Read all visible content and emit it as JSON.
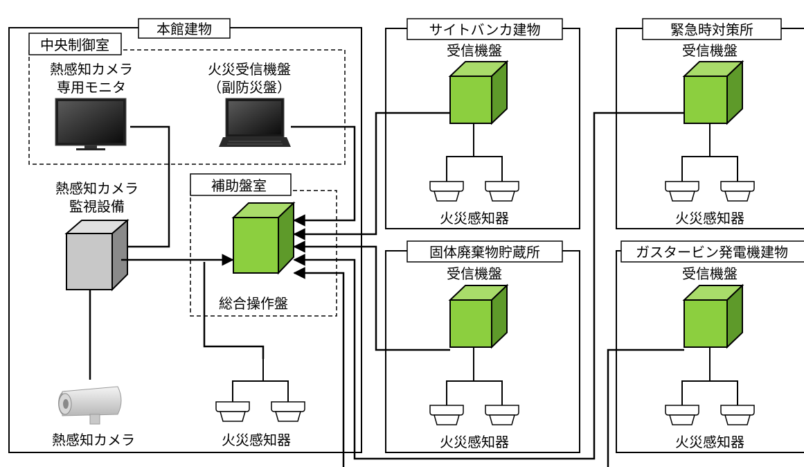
{
  "buildings": {
    "main": {
      "title": "本館建物"
    },
    "site_bunker": {
      "title": "サイトバンカ建物",
      "receiver_label": "受信機盤",
      "detector_label": "火災感知器"
    },
    "solid_waste": {
      "title": "固体廃棄物貯蔵所",
      "receiver_label": "受信機盤",
      "detector_label": "火災感知器"
    },
    "emergency": {
      "title": "緊急時対策所",
      "receiver_label": "受信機盤",
      "detector_label": "火災感知器"
    },
    "gas_turbine": {
      "title": "ガスタービン発電機建物",
      "receiver_label": "受信機盤",
      "detector_label": "火災感知器"
    }
  },
  "central_control_room": {
    "title": "中央制御室",
    "monitor_label_1": "熱感知カメラ",
    "monitor_label_2": "専用モニタ",
    "laptop_label_1": "火災受信機盤",
    "laptop_label_2": "（副防災盤）"
  },
  "auxiliary_room": {
    "title": "補助盤室",
    "panel_label": "総合操作盤",
    "detector_label": "火災感知器"
  },
  "camera_monitoring": {
    "label_1": "熱感知カメラ",
    "label_2": "監視設備",
    "camera_label": "熱感知カメラ"
  },
  "colors": {
    "panel_green": "#8ccf3f",
    "panel_green_side": "#5e9a2a",
    "server_gray": "#c8c8c8",
    "line": "#000000"
  }
}
